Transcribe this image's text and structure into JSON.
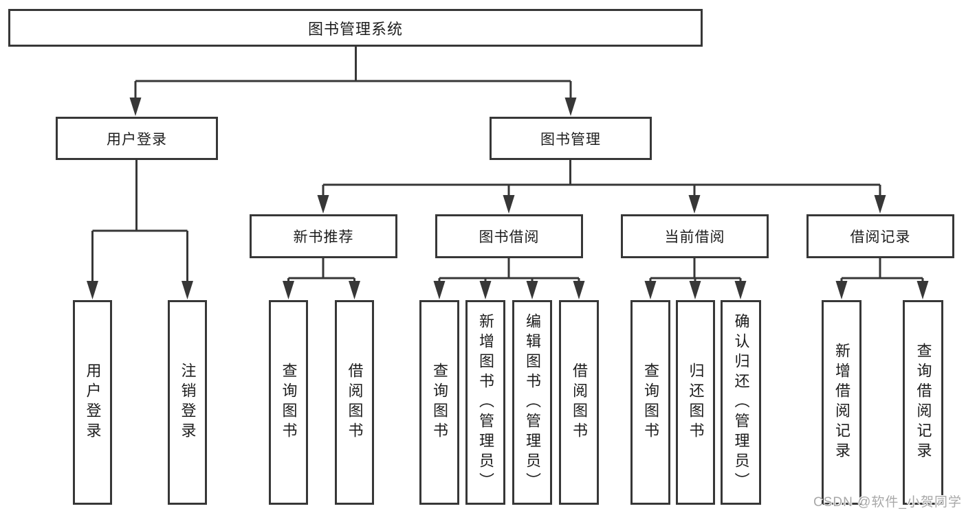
{
  "diagram_type": "hierarchy-tree",
  "colors": {
    "line": "#373737",
    "box_border": "#373737",
    "box_fill": "#ffffff",
    "text": "#1d1d1d",
    "watermark": "#a8a8a8"
  },
  "tree": {
    "label": "图书管理系统",
    "children": [
      {
        "label": "用户登录",
        "children": [
          {
            "label": "用户登录"
          },
          {
            "label": "注销登录"
          }
        ]
      },
      {
        "label": "图书管理",
        "children": [
          {
            "label": "新书推荐",
            "children": [
              {
                "label": "查询图书"
              },
              {
                "label": "借阅图书"
              }
            ]
          },
          {
            "label": "图书借阅",
            "children": [
              {
                "label": "查询图书"
              },
              {
                "label": "新增图书（管理员）"
              },
              {
                "label": "编辑图书（管理员）"
              },
              {
                "label": "借阅图书"
              }
            ]
          },
          {
            "label": "当前借阅",
            "children": [
              {
                "label": "查询图书"
              },
              {
                "label": "归还图书"
              },
              {
                "label": "确认归还（管理员）"
              }
            ]
          },
          {
            "label": "借阅记录",
            "children": [
              {
                "label": "新增借阅记录"
              },
              {
                "label": "查询借阅记录"
              }
            ]
          }
        ]
      }
    ]
  },
  "watermark": {
    "text": "CSDN @软件_小贺同学"
  }
}
